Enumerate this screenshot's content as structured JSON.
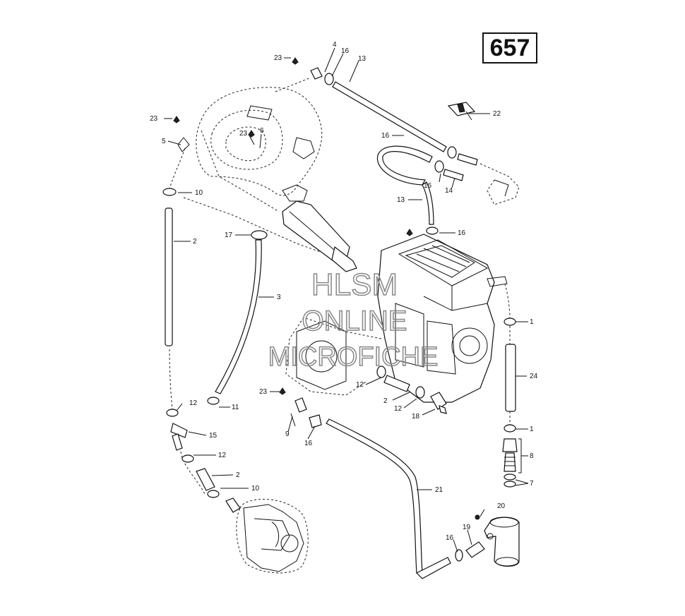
{
  "page_number": "657",
  "watermark": [
    "HLSM",
    "ONLINE",
    "MICROFICHE"
  ],
  "callouts": [
    "1",
    "1",
    "2",
    "2",
    "2",
    "3",
    "4",
    "5",
    "6",
    "7",
    "8",
    "9",
    "10",
    "10",
    "11",
    "12",
    "12",
    "12",
    "12",
    "13",
    "13",
    "14",
    "15",
    "16",
    "16",
    "16",
    "16",
    "16",
    "16",
    "17",
    "18",
    "19",
    "20",
    "21",
    "22",
    "23",
    "23",
    "23",
    "23",
    "24"
  ]
}
